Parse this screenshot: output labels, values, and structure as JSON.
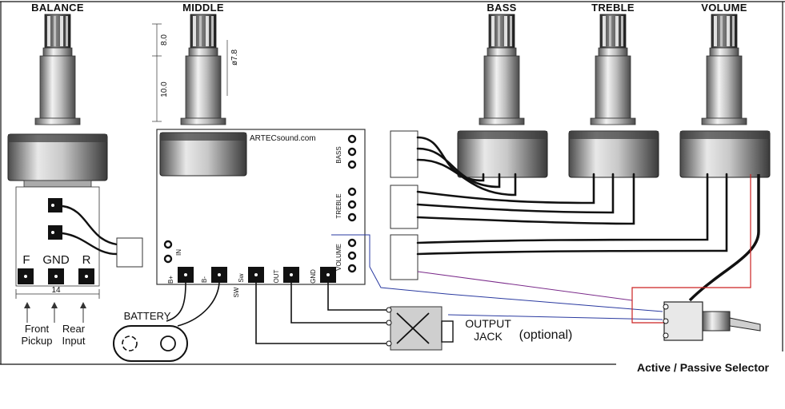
{
  "labels": {
    "balance": "BALANCE",
    "middle": "MIDDLE",
    "bass": "BASS",
    "treble": "TREBLE",
    "volume": "VOLUME",
    "brand": "ARTECsound.com",
    "board_bass": "BASS",
    "board_treble": "TREBLE",
    "board_volume": "VOLUME",
    "in": "IN",
    "pad_bplus": "B+",
    "pad_bminus": "B-",
    "pad_sw": "Sw",
    "pad_out": "OUT",
    "pad_gnd": "GND",
    "pad_sw2": "SW",
    "balance_f": "F",
    "balance_gnd": "GND",
    "balance_r": "R",
    "width_dim": "14",
    "front_pickup": [
      "Front",
      "Pickup"
    ],
    "rear_input": [
      "Rear",
      "Input"
    ],
    "battery": "BATTERY",
    "output_jack": [
      "OUTPUT",
      "JACK"
    ],
    "optional": "(optional)",
    "dim_8": "8.0",
    "dim_10": "10.0",
    "dim_diam": "ø7.8",
    "selector_caption": "Active / Passive Selector"
  },
  "colors": {
    "wire": "#111111",
    "selector_red": "#cc2222",
    "selector_purple": "#7a2a8a",
    "selector_blue": "#2a3aa0",
    "jack_fill": "#cfcfcf"
  }
}
